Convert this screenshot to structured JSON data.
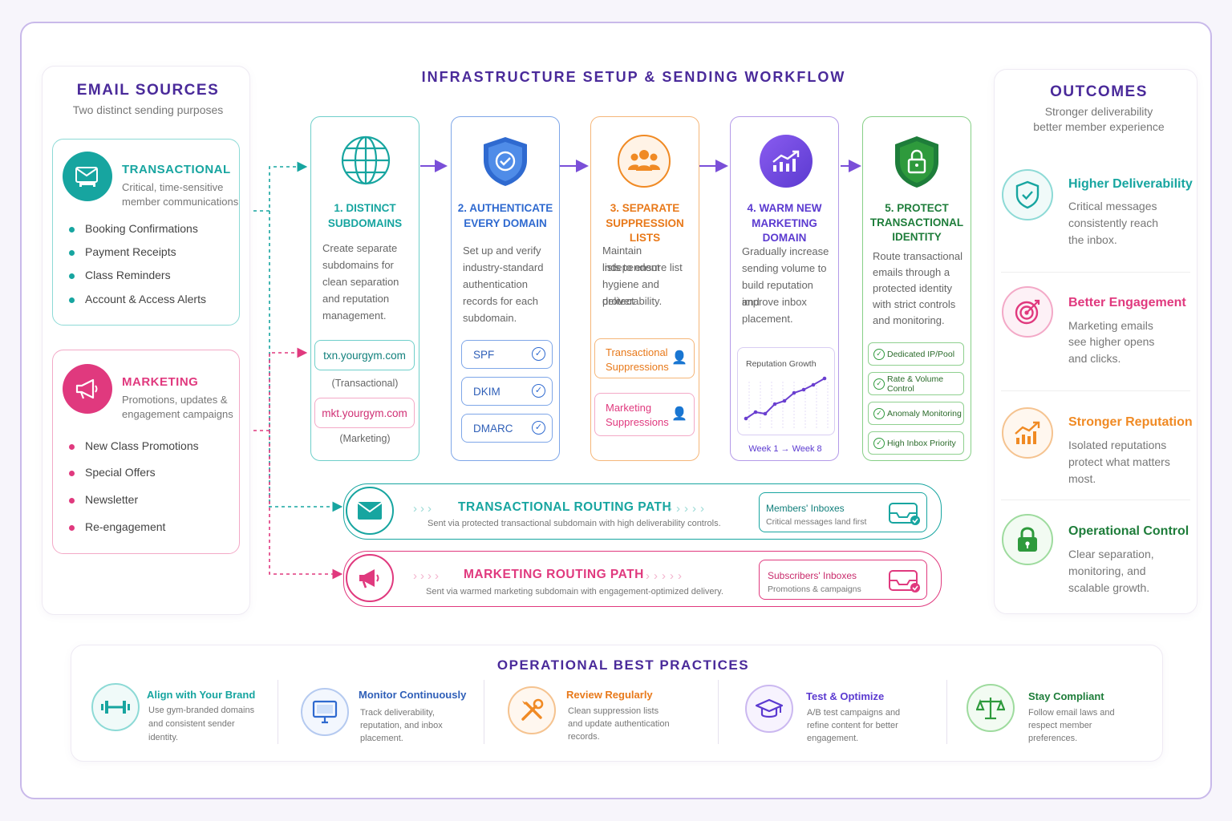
{
  "title": "INFRASTRUCTURE SETUP & SENDING WORKFLOW",
  "colors": {
    "purple": "#4a2a9a",
    "teal": "#17a5a0",
    "pink": "#e0397e",
    "blue": "#2f6ad0",
    "orange": "#f08a24",
    "violet": "#7a4fd8",
    "green": "#2e9a3c"
  },
  "sources": {
    "heading": "EMAIL SOURCES",
    "subheading": "Two distinct sending purposes",
    "transactional": {
      "icon": "mail-dumbbell-icon",
      "title": "TRANSACTIONAL",
      "desc_1": "Critical, time-sensitive",
      "desc_2": "member communications",
      "items": [
        "Booking Confirmations",
        "Payment Receipts",
        "Class Reminders",
        "Account & Access Alerts"
      ]
    },
    "marketing": {
      "icon": "megaphone-icon",
      "title": "MARKETING",
      "desc_1": "Promotions, updates &",
      "desc_2": "engagement campaigns",
      "items": [
        "New Class Promotions",
        "Special Offers",
        "Newsletter",
        "Re-engagement"
      ]
    }
  },
  "steps": [
    {
      "icon": "globe-icon",
      "title_1": "1. DISTINCT",
      "title_2": "SUBDOMAINS",
      "desc": [
        "Create separate",
        "subdomains for",
        "clean separation",
        "and reputation",
        "management."
      ],
      "domain_txn": "txn.yourgym.com",
      "domain_txn_label": "(Transactional)",
      "domain_mkt": "mkt.yourgym.com",
      "domain_mkt_label": "(Marketing)"
    },
    {
      "icon": "shield-check-icon",
      "title_1": "2. AUTHENTICATE",
      "title_2": "EVERY DOMAIN",
      "desc": [
        "Set up and verify",
        "industry-standard",
        "authentication",
        "records for each",
        "subdomain."
      ],
      "records": [
        "SPF",
        "DKIM",
        "DMARC"
      ]
    },
    {
      "icon": "people-icon",
      "title_1": "3. SEPARATE",
      "title_2": "SUPPRESSION LISTS",
      "desc": [
        "Maintain independent",
        "lists to ensure list",
        "hygiene and protect",
        "deliverability."
      ],
      "list_txn_1": "Transactional",
      "list_txn_2": "Suppressions",
      "list_mkt_1": "Marketing",
      "list_mkt_2": "Suppressions"
    },
    {
      "icon": "trend-up-icon",
      "title_1": "4. WARM NEW",
      "title_2": "MARKETING DOMAIN",
      "desc": [
        "Gradually increase",
        "sending volume to",
        "build reputation and",
        "improve inbox",
        "placement."
      ],
      "chart_label": "Reputation Growth",
      "week_start": "Week 1",
      "week_end": "Week 8"
    },
    {
      "icon": "lock-shield-icon",
      "title_1": "5. PROTECT",
      "title_2": "TRANSACTIONAL",
      "title_3": "IDENTITY",
      "desc": [
        "Route transactional",
        "emails through a",
        "protected identity",
        "with strict controls",
        "and monitoring."
      ],
      "checks": [
        "Dedicated IP/Pool",
        "Rate & Volume Control",
        "Anomaly Monitoring",
        "High Inbox Priority"
      ]
    }
  ],
  "routes": {
    "transactional": {
      "icon": "mail-icon",
      "title": "TRANSACTIONAL ROUTING PATH",
      "desc": "Sent via protected transactional subdomain with high deliverability controls.",
      "inbox_title": "Members' Inboxes",
      "inbox_desc": "Critical messages land first"
    },
    "marketing": {
      "icon": "megaphone-icon",
      "title": "MARKETING ROUTING PATH",
      "desc": "Sent via warmed marketing subdomain with engagement-optimized delivery.",
      "inbox_title": "Subscribers' Inboxes",
      "inbox_desc": "Promotions & campaigns"
    }
  },
  "outcomes": {
    "heading": "OUTCOMES",
    "sub_1": "Stronger deliverability",
    "sub_2": "better member experience",
    "items": [
      {
        "icon": "shield-check-icon",
        "title": "Higher Deliverability",
        "desc": [
          "Critical messages",
          "consistently reach",
          "the inbox."
        ]
      },
      {
        "icon": "target-icon",
        "title": "Better Engagement",
        "desc": [
          "Marketing emails",
          "see higher opens",
          "and clicks."
        ]
      },
      {
        "icon": "bar-chart-up-icon",
        "title": "Stronger Reputation",
        "desc": [
          "Isolated reputations",
          "protect what matters",
          "most."
        ]
      },
      {
        "icon": "lock-icon",
        "title": "Operational Control",
        "desc": [
          "Clear separation,",
          "monitoring, and",
          "scalable growth."
        ]
      }
    ]
  },
  "best_practices": {
    "heading": "OPERATIONAL BEST PRACTICES",
    "items": [
      {
        "icon": "dumbbell-icon",
        "title": "Align with Your Brand",
        "desc": [
          "Use gym-branded domains",
          "and consistent sender",
          "identity."
        ]
      },
      {
        "icon": "monitor-icon",
        "title": "Monitor Continuously",
        "desc": [
          "Track deliverability,",
          "reputation, and inbox",
          "placement."
        ]
      },
      {
        "icon": "tools-icon",
        "title": "Review Regularly",
        "desc": [
          "Clean suppression lists",
          "and update authentication",
          "records."
        ]
      },
      {
        "icon": "graduation-cap-icon",
        "title": "Test & Optimize",
        "desc": [
          "A/B test campaigns and",
          "refine content for better",
          "engagement."
        ]
      },
      {
        "icon": "scales-icon",
        "title": "Stay Compliant",
        "desc": [
          "Follow email laws and",
          "respect member",
          "preferences."
        ]
      }
    ]
  }
}
